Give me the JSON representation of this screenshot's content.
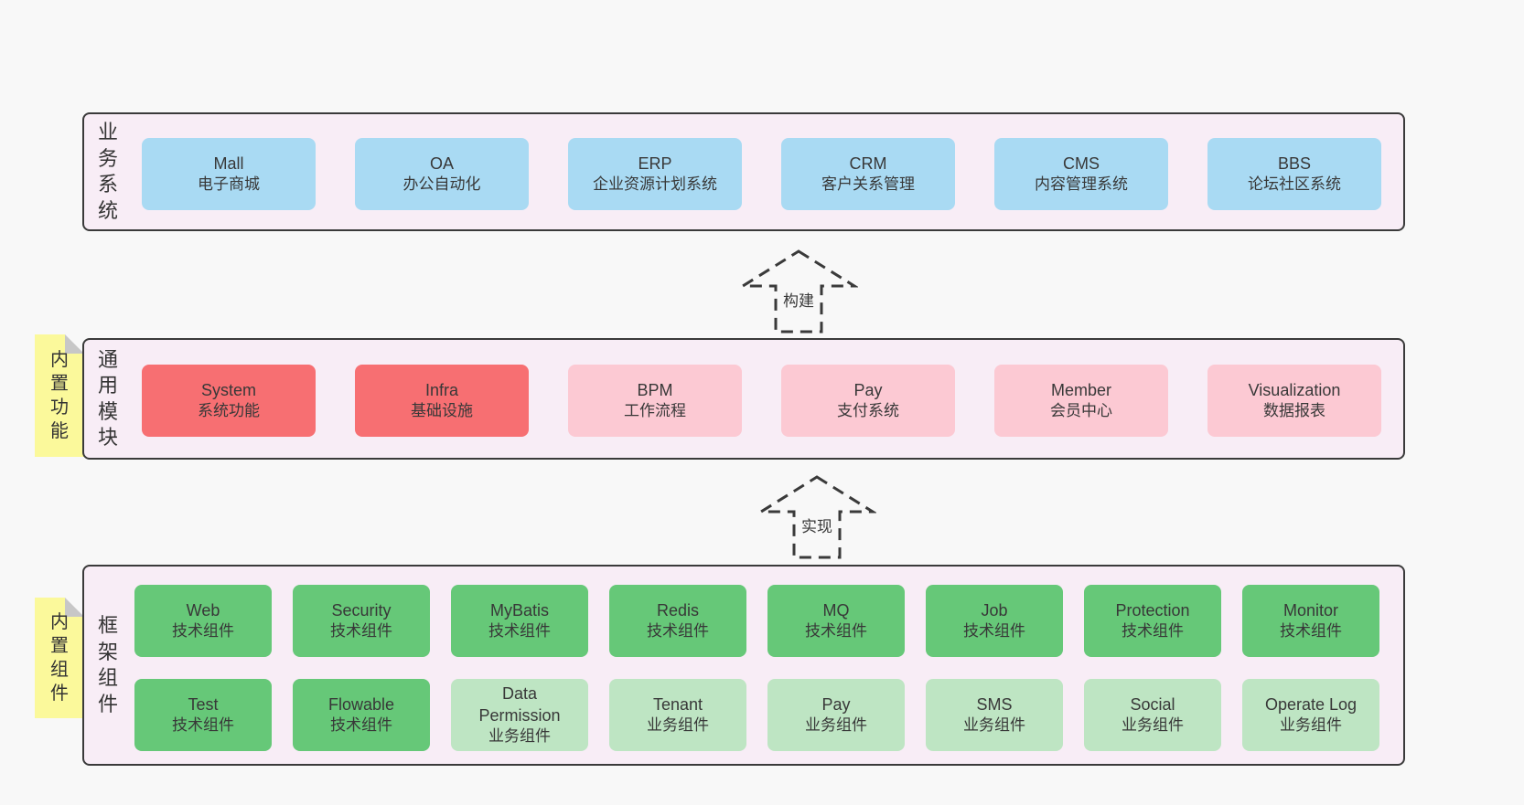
{
  "colors": {
    "page_bg": "#f8f8f8",
    "panel_bg": "#f8edf6",
    "panel_border": "#3a3a3a",
    "business_system_box": "#a9daf3",
    "core_module_box": "#f76f72",
    "module_box": "#fcc9d3",
    "tech_component_box": "#66c878",
    "biz_component_box": "#bee5c3",
    "sticky_note": "#fbf99b",
    "text": "#383838"
  },
  "arrows": [
    {
      "label": "构建"
    },
    {
      "label": "实现"
    }
  ],
  "layers": [
    {
      "label": "业务系统",
      "boxes": [
        {
          "en": "Mall",
          "zh": "电子商城"
        },
        {
          "en": "OA",
          "zh": "办公自动化"
        },
        {
          "en": "ERP",
          "zh": "企业资源计划系统"
        },
        {
          "en": "CRM",
          "zh": "客户关系管理"
        },
        {
          "en": "CMS",
          "zh": "内容管理系统"
        },
        {
          "en": "BBS",
          "zh": "论坛社区系统"
        }
      ]
    },
    {
      "label": "通用模块",
      "note": "内置功能",
      "boxes": [
        {
          "en": "System",
          "zh": "系统功能"
        },
        {
          "en": "Infra",
          "zh": "基础设施"
        },
        {
          "en": "BPM",
          "zh": "工作流程"
        },
        {
          "en": "Pay",
          "zh": "支付系统"
        },
        {
          "en": "Member",
          "zh": "会员中心"
        },
        {
          "en": "Visualization",
          "zh": "数据报表"
        }
      ]
    },
    {
      "label": "框架组件",
      "note": "内置组件",
      "boxes": [
        {
          "en": "Web",
          "zh": "技术组件"
        },
        {
          "en": "Security",
          "zh": "技术组件"
        },
        {
          "en": "MyBatis",
          "zh": "技术组件"
        },
        {
          "en": "Redis",
          "zh": "技术组件"
        },
        {
          "en": "MQ",
          "zh": "技术组件"
        },
        {
          "en": "Job",
          "zh": "技术组件"
        },
        {
          "en": "Protection",
          "zh": "技术组件"
        },
        {
          "en": "Monitor",
          "zh": "技术组件"
        },
        {
          "en": "Test",
          "zh": "技术组件"
        },
        {
          "en": "Flowable",
          "zh": "技术组件"
        },
        {
          "en": "Data Permission",
          "zh": "业务组件"
        },
        {
          "en": "Tenant",
          "zh": "业务组件"
        },
        {
          "en": "Pay",
          "zh": "业务组件"
        },
        {
          "en": "SMS",
          "zh": "业务组件"
        },
        {
          "en": "Social",
          "zh": "业务组件"
        },
        {
          "en": "Operate Log",
          "zh": "业务组件"
        }
      ]
    }
  ]
}
